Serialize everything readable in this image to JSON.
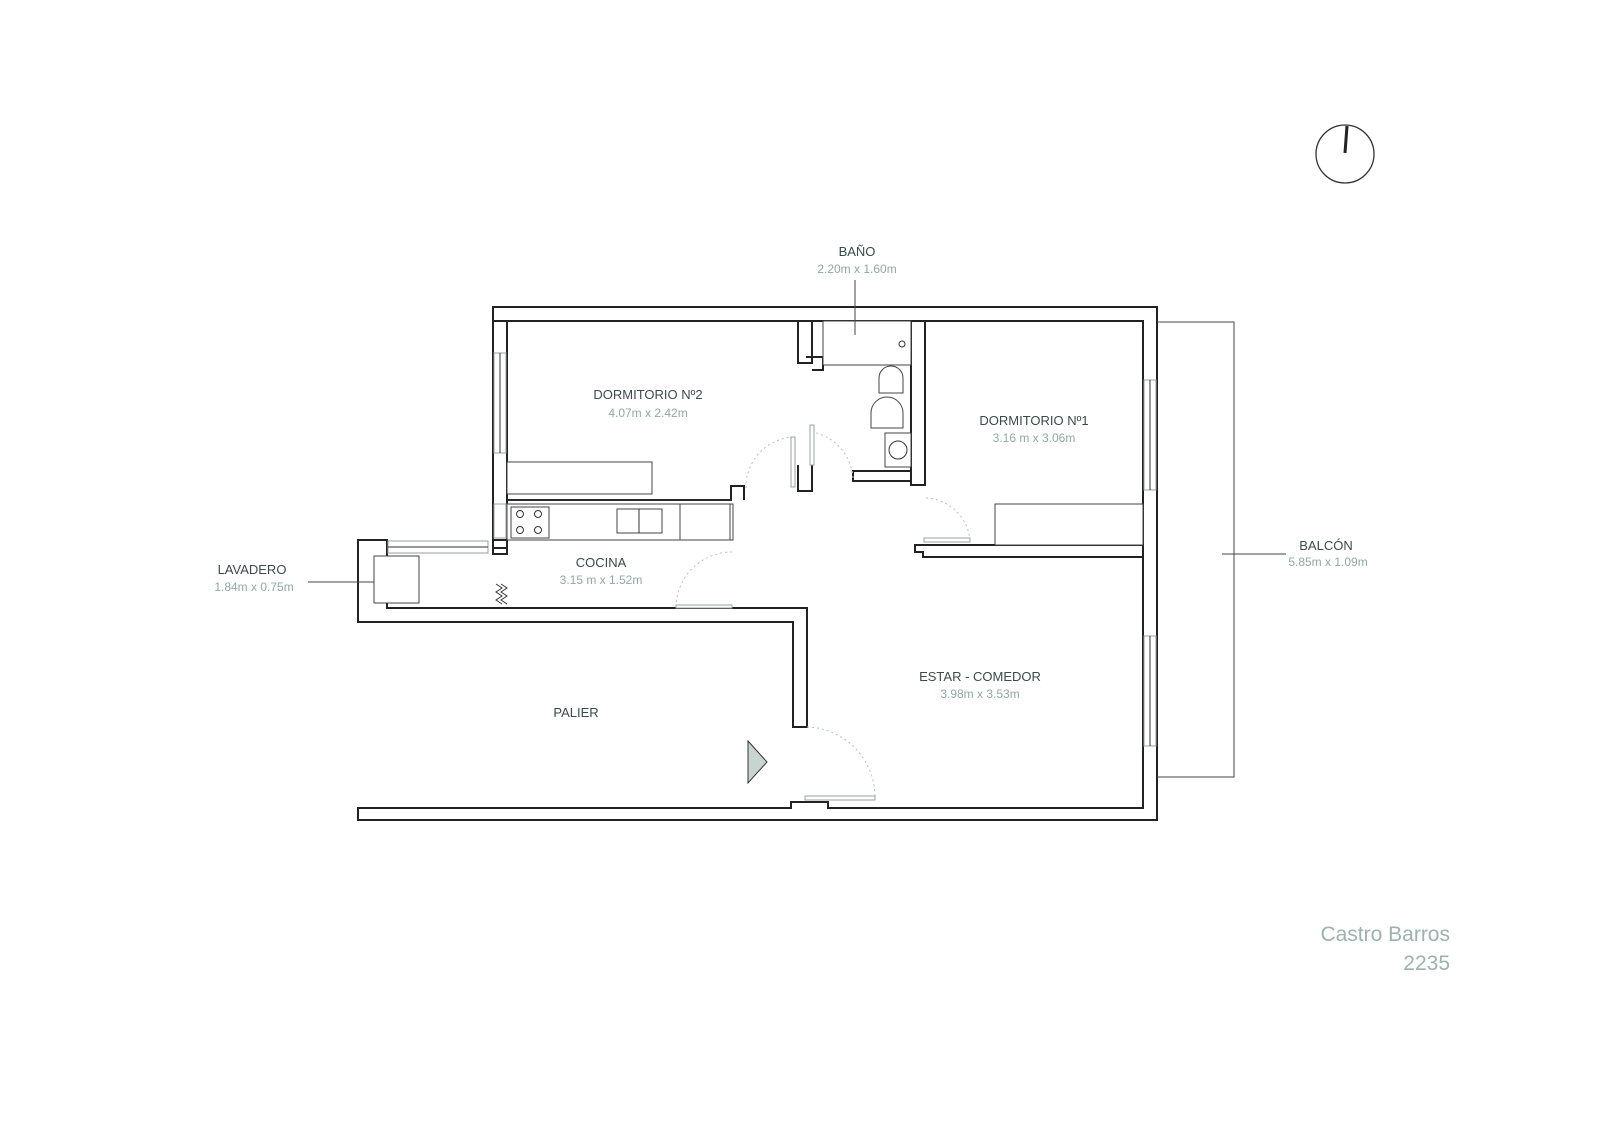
{
  "rooms": {
    "bano": {
      "name": "BAÑO",
      "dims": "2.20m x 1.60m"
    },
    "dormitorio2": {
      "name": "DORMITORIO Nº2",
      "dims": "4.07m x 2.42m"
    },
    "dormitorio1": {
      "name": "DORMITORIO Nº1",
      "dims": "3.16 m x 3.06m"
    },
    "cocina": {
      "name": "COCINA",
      "dims": "3.15 m x 1.52m"
    },
    "lavadero": {
      "name": "LAVADERO",
      "dims": "1.84m x 0.75m"
    },
    "balcon": {
      "name": "BALCÓN",
      "dims": "5.85m x 1.09m"
    },
    "estar": {
      "name": "ESTAR - COMEDOR",
      "dims": "3.98m x 3.53m"
    },
    "palier": {
      "name": "PALIER"
    }
  },
  "address": {
    "line1": "Castro Barros",
    "line2": "2235"
  },
  "icons": {
    "north": "north-arrow-icon",
    "entry": "entry-arrow-icon"
  },
  "colors": {
    "wall": "#222222",
    "label": "#3b4a4c",
    "dimension": "#8fa9a2",
    "address": "#9bb3ad"
  }
}
